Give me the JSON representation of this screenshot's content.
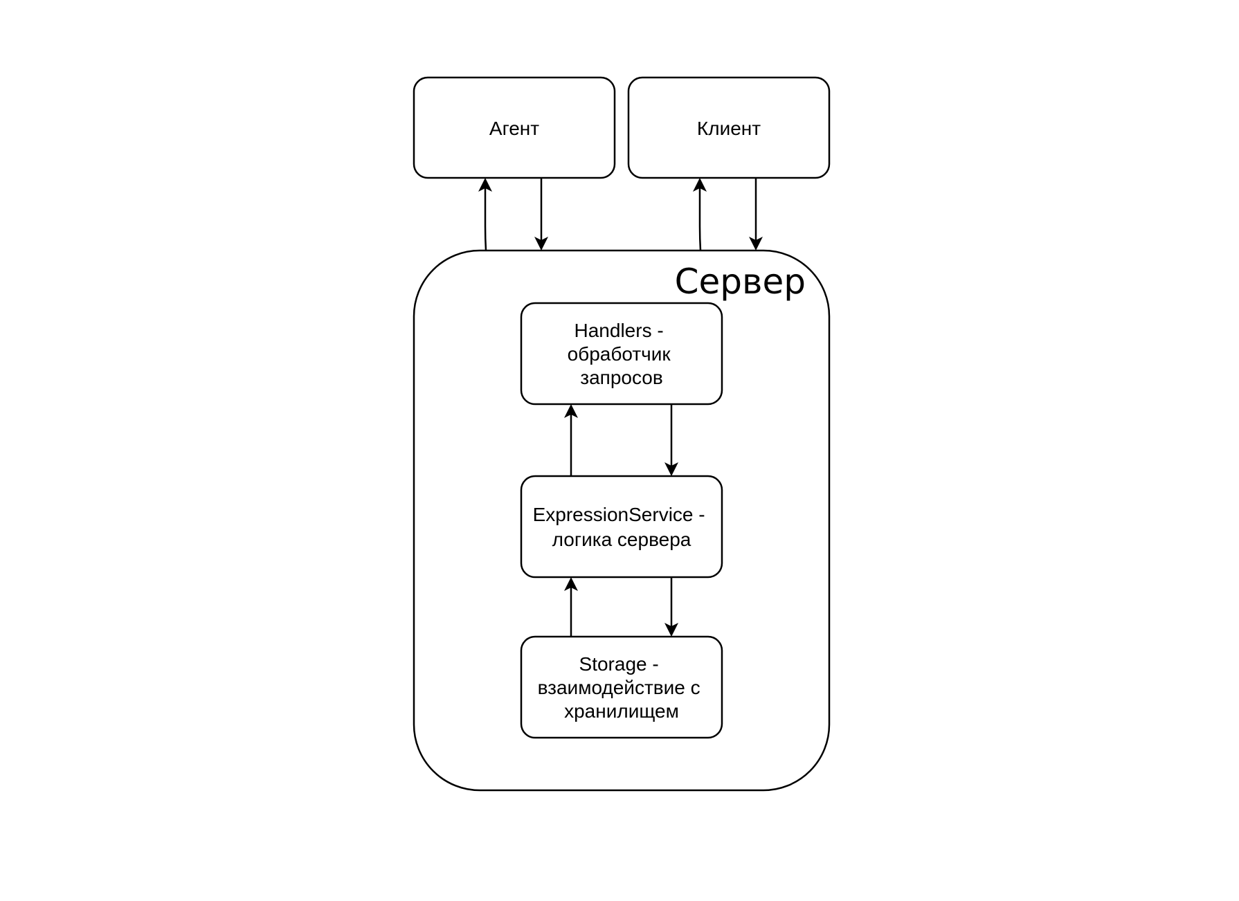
{
  "diagram": {
    "nodes": {
      "agent": {
        "label": [
          "Агент"
        ]
      },
      "client": {
        "label": [
          "Клиент"
        ]
      },
      "server": {
        "label": "Сервер"
      },
      "handlers": {
        "label": [
          "Handlers -",
          "обработчик",
          "запросов"
        ]
      },
      "service": {
        "label": [
          "ExpressionService -",
          "логика сервера"
        ]
      },
      "storage": {
        "label": [
          "Storage -",
          "взаимодействие с",
          "хранилищем"
        ]
      }
    },
    "edges": [
      {
        "from": "server",
        "to": "agent"
      },
      {
        "from": "agent",
        "to": "server"
      },
      {
        "from": "server",
        "to": "client"
      },
      {
        "from": "client",
        "to": "server"
      },
      {
        "from": "service",
        "to": "handlers"
      },
      {
        "from": "handlers",
        "to": "service"
      },
      {
        "from": "storage",
        "to": "service"
      },
      {
        "from": "service",
        "to": "storage"
      }
    ],
    "colors": {
      "stroke": "#000000",
      "fill": "#ffffff",
      "text": "#000000"
    }
  }
}
